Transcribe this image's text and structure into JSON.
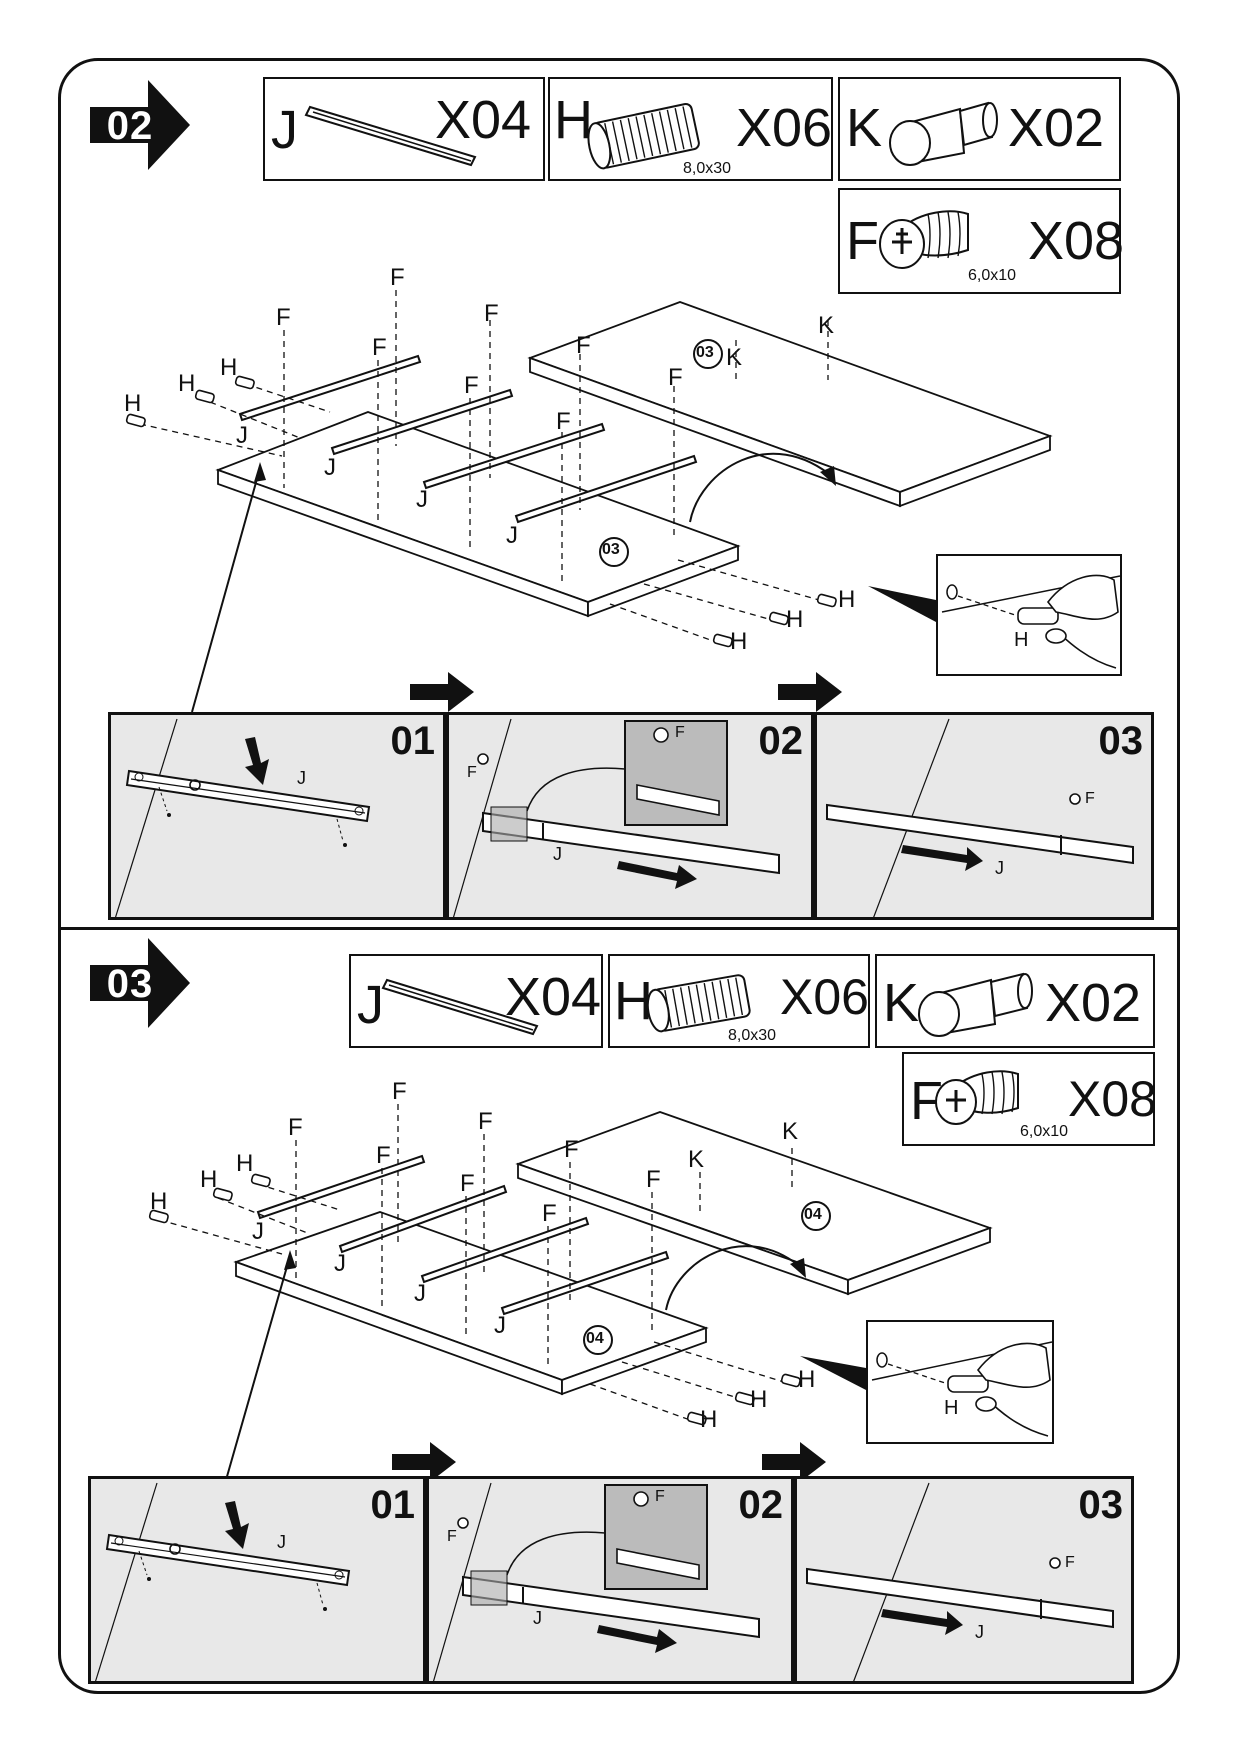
{
  "steps": [
    {
      "number": "02",
      "parts": [
        {
          "letter": "J",
          "qty": "X04",
          "size": ""
        },
        {
          "letter": "H",
          "qty": "X06",
          "size": "8,0x30"
        },
        {
          "letter": "K",
          "qty": "X02",
          "size": ""
        },
        {
          "letter": "F",
          "qty": "X08",
          "size": "6,0x10"
        }
      ],
      "panel_label": "03",
      "sub_steps": [
        "01",
        "02",
        "03"
      ],
      "labels": {
        "F": "F",
        "H": "H",
        "J": "J",
        "K": "K"
      }
    },
    {
      "number": "03",
      "parts": [
        {
          "letter": "J",
          "qty": "X04",
          "size": ""
        },
        {
          "letter": "H",
          "qty": "X06",
          "size": "8,0x30"
        },
        {
          "letter": "K",
          "qty": "X02",
          "size": ""
        },
        {
          "letter": "F",
          "qty": "X08",
          "size": "6,0x10"
        }
      ],
      "panel_label": "04",
      "sub_steps": [
        "01",
        "02",
        "03"
      ],
      "labels": {
        "F": "F",
        "H": "H",
        "J": "J",
        "K": "K"
      }
    }
  ],
  "colors": {
    "ink": "#111111",
    "panel_fill": "#e8e8e8",
    "white": "#ffffff"
  }
}
